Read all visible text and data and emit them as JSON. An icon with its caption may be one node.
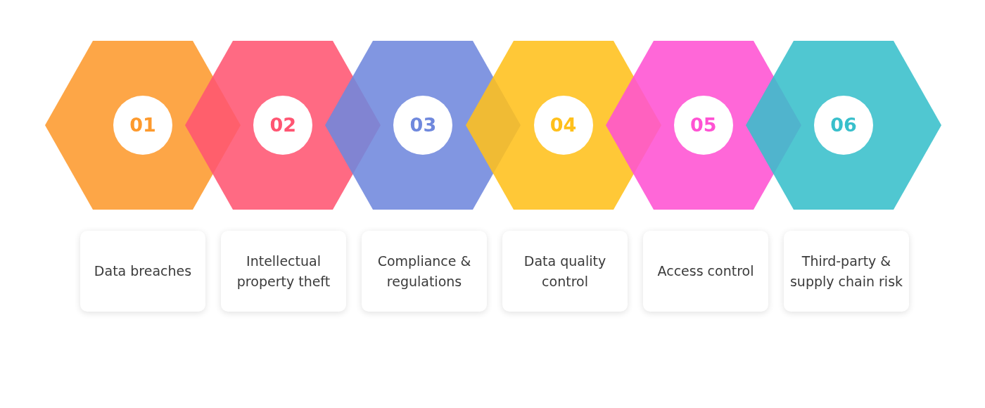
{
  "diagram": {
    "nodes": [
      {
        "text": [
          "01"
        ]
      },
      {
        "text": [
          "02"
        ]
      },
      {
        "text": [
          "03"
        ]
      },
      {
        "text": [
          "04"
        ]
      },
      {
        "text": [
          "05"
        ]
      },
      {
        "text": [
          "06"
        ]
      },
      {
        "text": [
          "Data breaches"
        ]
      },
      {
        "text": [
          "Intellectual property theft"
        ]
      },
      {
        "text": [
          "Compliance & regulations"
        ]
      },
      {
        "text": [
          "Data quality control"
        ]
      },
      {
        "text": [
          "Access control"
        ]
      },
      {
        "text": [
          "Third-party & supply chain risk"
        ]
      }
    ]
  }
}
